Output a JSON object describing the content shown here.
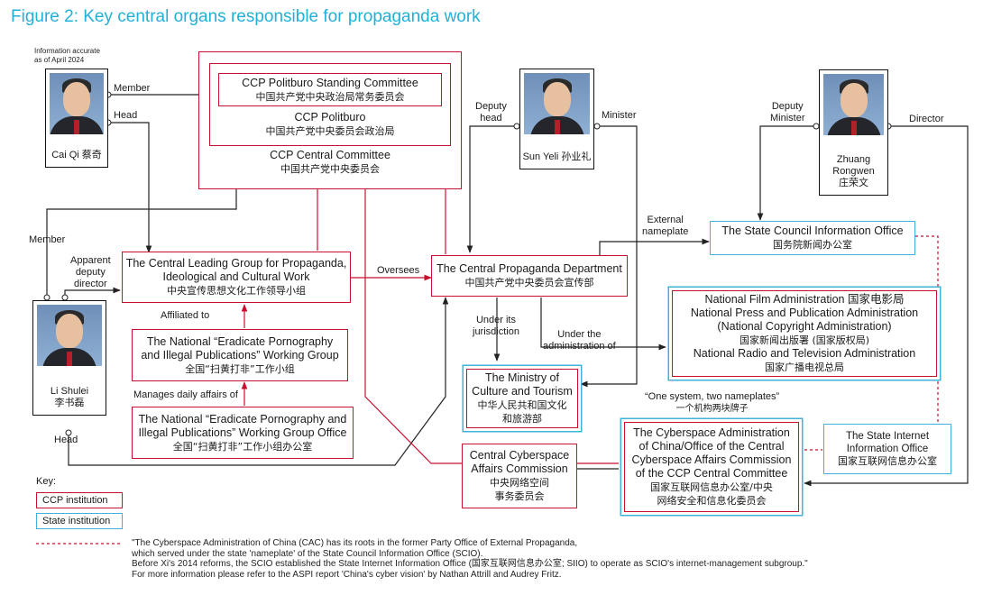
{
  "title": "Figure 2: Key central organs responsible for propaganda work",
  "info_note": [
    "Information accurate",
    "as of April 2024"
  ],
  "people": {
    "cai_qi": "Cai Qi 蔡奇",
    "sun_yeli": "Sun Yeli 孙业礼",
    "zhuang": [
      "Zhuang",
      "Rongwen",
      "庄荣文"
    ],
    "li_shulei": [
      "Li Shulei",
      "李书磊"
    ]
  },
  "boxes": {
    "psc": [
      "CCP Politburo Standing Committee",
      "中国共产党中央政治局常务委员会"
    ],
    "politburo": [
      "CCP Politburo",
      "中国共产党中央委员会政治局"
    ],
    "central_committee": [
      "CCP Central Committee",
      "中国共产党中央委员会"
    ],
    "leading_group": [
      "The Central Leading Group for Propaganda,",
      "Ideological and Cultural Work",
      "中央宣传思想文化工作领导小组"
    ],
    "cpd": [
      "The Central Propaganda Department",
      "中国共产党中央委员会宣传部"
    ],
    "scio": [
      "The State Council Information Office",
      "国务院新闻办公室"
    ],
    "nfa": [
      "National Film Administration 国家电影局",
      "National Press and Publication Administration",
      "(National Copyright Administration)",
      "国家新闻出版署 (国家版权局)",
      "National Radio and Television Administration",
      "国家广播电视总局"
    ],
    "eradicate_wg": [
      "The National “Eradicate Pornography",
      "and Illegal Publications” Working Group",
      "全国“扫黄打非”工作小组"
    ],
    "eradicate_office": [
      "The National “Eradicate Pornography and",
      "Illegal Publications” Working Group Office",
      "全国“扫黄打非”工作小组办公室"
    ],
    "mct": [
      "The Ministry of",
      "Culture and Tourism",
      "中华人民共和国文化",
      "和旅游部"
    ],
    "ccac": [
      "Central Cyberspace",
      "Affairs Commission",
      "中央网络空间",
      "事务委员会"
    ],
    "cac": [
      "The Cyberspace Administration",
      "of China/Office of the Central",
      "Cyberspace Affairs Commission",
      "of the CCP Central Committee",
      "国家互联网信息办公室/中央",
      "网络安全和信息化委员会"
    ],
    "siio": [
      "The State Internet",
      "Information Office",
      "国家互联网信息办公室"
    ]
  },
  "labels": {
    "member_top": "Member",
    "head_top": "Head",
    "member_left": "Member",
    "apparent": [
      "Apparent",
      "deputy",
      "director"
    ],
    "affiliated": "Affiliated to",
    "manages": "Manages daily affairs of",
    "head_bottom": "Head",
    "oversees": "Oversees",
    "deputy_head": [
      "Deputy",
      "head"
    ],
    "minister_sun": "Minister",
    "deputy_minister": [
      "Deputy",
      "Minister"
    ],
    "director": "Director",
    "external": [
      "External",
      "nameplate"
    ],
    "under_jurisdiction": [
      "Under its",
      "jurisdiction"
    ],
    "under_admin": [
      "Under the",
      "administration of"
    ],
    "one_system": [
      "“One system, two nameplates”",
      "一个机构两块牌子"
    ]
  },
  "key": {
    "heading": "Key:",
    "ccp": "CCP institution",
    "state": "State institution"
  },
  "footnote": [
    "\"The Cyberspace Administration of China (CAC) has its roots in the former Party Office of External Propaganda,",
    "which served under the state 'nameplate' of the State Council Information Office (SCIO).",
    "Before Xi's 2014 reforms, the SCIO established the State Internet Information Office (国家互联网信息办公室; SIIO) to operate as SCIO's internet-management subgroup.\"",
    "For more information please refer to the ASPI report 'China's cyber vision' by Nathan Attrill and Audrey Fritz."
  ],
  "colors": {
    "ccp": "#c8102e",
    "state": "#3fb3d9",
    "title": "#23b0d8"
  }
}
